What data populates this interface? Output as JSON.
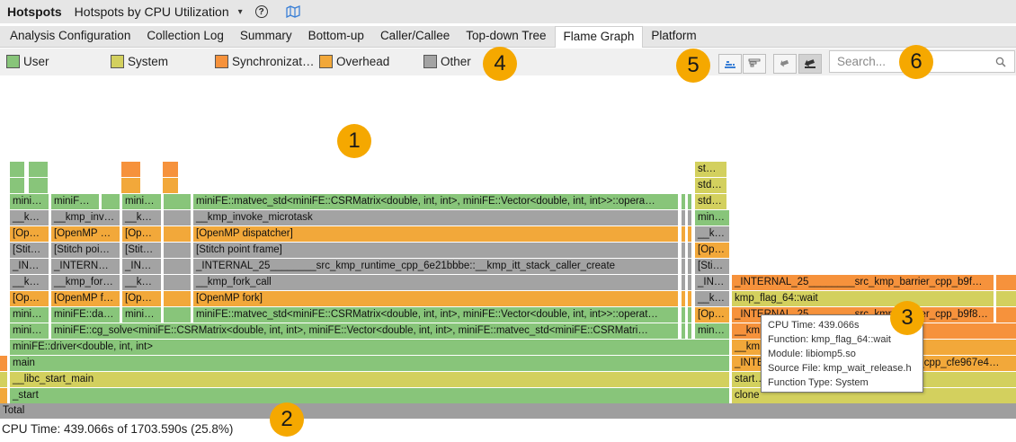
{
  "titlebar": {
    "app": "Hotspots",
    "analysis": "Hotspots by CPU Utilization",
    "caret": "▾",
    "help": "?"
  },
  "tabs": [
    "Analysis Configuration",
    "Collection Log",
    "Summary",
    "Bottom-up",
    "Caller/Callee",
    "Top-down Tree",
    "Flame Graph",
    "Platform"
  ],
  "active_tab": "Flame Graph",
  "legend": [
    {
      "label": "User",
      "color": "#88c57a"
    },
    {
      "label": "System",
      "color": "#d3d05e"
    },
    {
      "label": "Synchronizat…",
      "color": "#f6923c"
    },
    {
      "label": "Overhead",
      "color": "#f2a83a"
    },
    {
      "label": "Other",
      "color": "#a3a3a3"
    }
  ],
  "search": {
    "placeholder": "Search..."
  },
  "flame": {
    "l1": [
      "mini…",
      "miniF…",
      "mini…",
      "miniFE::matvec_std<miniFE::CSRMatrix<double, int, int>, miniFE::Vector<double, int, int>>::opera…",
      "st…"
    ],
    "l2": [
      "std…"
    ],
    "l3": [
      "std…"
    ],
    "l4": [
      "__k…",
      "__kmp_inv…",
      "__k…",
      "__kmp_invoke_microtask",
      "min…"
    ],
    "l5": [
      "[Op…",
      "[OpenMP …",
      "[Op…",
      "[OpenMP dispatcher]",
      "__k…"
    ],
    "l6": [
      "[Stit…",
      "[Stitch poi…",
      "[Stit…",
      "[Stitch point frame]",
      "[Op…"
    ],
    "l7": [
      "_IN…",
      "_INTERN…",
      "_IN…",
      "_INTERNAL_25________src_kmp_runtime_cpp_6e21bbbe::__kmp_itt_stack_caller_create",
      "[Sti…"
    ],
    "l8": [
      "__k…",
      "__kmp_for…",
      "__k…",
      "__kmp_fork_call",
      "_IN…",
      "_INTERNAL_25________src_kmp_barrier_cpp_b9f…"
    ],
    "l9": [
      "[Op…",
      "[OpenMP f…",
      "[Op…",
      "[OpenMP fork]",
      "__k…",
      "kmp_flag_64::wait"
    ],
    "l10": [
      "mini…",
      "miniFE::da…",
      "mini…",
      "miniFE::matvec_std<miniFE::CSRMatrix<double, int, int>, miniFE::Vector<double, int, int>>::operat…",
      "[Op…",
      "_INTERNAL_25________src_kmp_barrier_cpp_b9f8…"
    ],
    "l11": [
      "mini…",
      "miniFE::cg_solve<miniFE::CSRMatrix<double, int, int>, miniFE::Vector<double, int, int>, miniFE::matvec_std<miniFE::CSRMatri…",
      "min…",
      "__km…"
    ],
    "l12": [
      "miniFE::driver<double, int, int>",
      "__km…"
    ],
    "l13": [
      "main",
      "_INTE…",
      "til_cpp_cfe967e4…"
    ],
    "l14": [
      "__libc_start_main",
      "start…"
    ],
    "l15": [
      "_start",
      "clone"
    ],
    "total": "Total"
  },
  "tooltip": {
    "cpu_time": "CPU Time: 439.066s",
    "function": "Function: kmp_flag_64::wait",
    "module": "Module: libiomp5.so",
    "source": "Source File: kmp_wait_release.h",
    "type": "Function Type: System"
  },
  "status": "CPU Time: 439.066s of 1703.590s (25.8%)",
  "callouts": [
    "1",
    "2",
    "3",
    "4",
    "5",
    "6"
  ]
}
